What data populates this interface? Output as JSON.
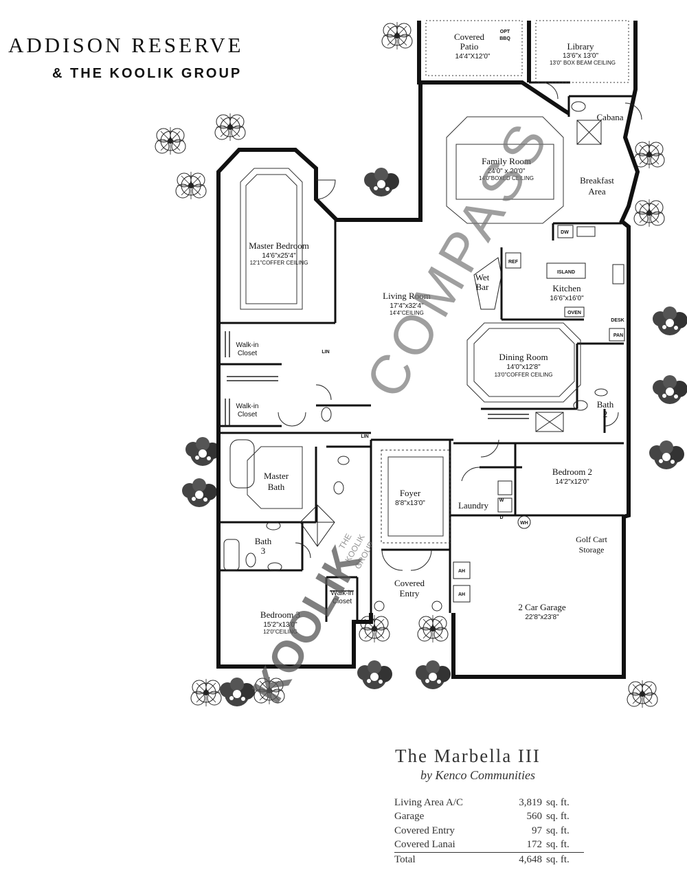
{
  "brand": {
    "title": "ADDISON RESERVE",
    "subtitle": "& THE KOOLIK GROUP"
  },
  "watermark": {
    "main": "COMPASS",
    "secondary": "KOOLIK",
    "group_lines": [
      "THE",
      "KOOLIK",
      "GROUP"
    ]
  },
  "rooms": {
    "covered_patio": {
      "name_1": "Covered",
      "name_2": "Patio",
      "dim": "14'4\"X12'0\"",
      "tags": [
        "OPT",
        "BBQ"
      ]
    },
    "library": {
      "name": "Library",
      "dim": "13'6\"x 13'0\"",
      "ceiling": "13'0\" BOX BEAM CEILING"
    },
    "cabana": {
      "name": "Cabana"
    },
    "family_room": {
      "name": "Family Room",
      "dim": "24'0\" x 20'0\"",
      "ceiling": "14'0\"BOXED CEILING"
    },
    "breakfast": {
      "name_1": "Breakfast",
      "name_2": "Area"
    },
    "master_bedroom": {
      "name": "Master Bedroom",
      "dim": "14'6\"x25'4\"",
      "ceiling": "12'1\"COFFER CEILING"
    },
    "living_room": {
      "name": "Living Room",
      "dim": "17'4\"x32'4\"",
      "ceiling": "14'4\"CEILING"
    },
    "wet_bar": {
      "name_1": "Wet",
      "name_2": "Bar"
    },
    "kitchen": {
      "name": "Kitchen",
      "dim": "16'6\"x16'0\"",
      "tags": [
        "DW",
        "REF",
        "ISLAND",
        "OVEN",
        "DESK",
        "PAN"
      ]
    },
    "dining_room": {
      "name": "Dining Room",
      "dim": "14'0\"x12'8\"",
      "ceiling": "13'0\"COFFER CEILING"
    },
    "walk_in_closet_1": {
      "name_1": "Walk-in",
      "name_2": "Closet"
    },
    "walk_in_closet_2": {
      "name_1": "Walk-in",
      "name_2": "Closet"
    },
    "lin_1": {
      "name": "LIN"
    },
    "lin_2": {
      "name": "LIN"
    },
    "bath_2": {
      "name_1": "Bath",
      "name_2": "2"
    },
    "master_bath": {
      "name_1": "Master",
      "name_2": "Bath"
    },
    "foyer": {
      "name": "Foyer",
      "dim": "8'8\"x13'0\""
    },
    "bedroom_2": {
      "name": "Bedroom 2",
      "dim": "14'2\"x12'0\""
    },
    "laundry": {
      "name": "Laundry",
      "tags": [
        "W",
        "D",
        "WH"
      ]
    },
    "golf_cart": {
      "name_1": "Golf Cart",
      "name_2": "Storage"
    },
    "bath_3": {
      "name_1": "Bath",
      "name_2": "3"
    },
    "covered_entry": {
      "name_1": "Covered",
      "name_2": "Entry"
    },
    "ah": {
      "labels": [
        "AH",
        "AH"
      ]
    },
    "walk_in_closet_3": {
      "name_1": "Walk-in",
      "name_2": "Closet"
    },
    "bedroom_3": {
      "name": "Bedroom 3",
      "dim": "15'2\"x13'0\"",
      "ceiling": "12'0\"CEILING"
    },
    "garage": {
      "name": "2 Car Garage",
      "dim": "22'8\"x23'8\""
    }
  },
  "model": {
    "name": "The Marbella III",
    "builder": "by Kenco Communities"
  },
  "area_table": [
    {
      "label": "Living Area  A/C",
      "value": "3,819",
      "unit": "sq. ft."
    },
    {
      "label": "Garage",
      "value": "560",
      "unit": "sq. ft."
    },
    {
      "label": "Covered Entry",
      "value": "97",
      "unit": "sq. ft."
    },
    {
      "label": "Covered Lanai",
      "value": "172",
      "unit": "sq. ft."
    },
    {
      "label": "Total",
      "value": "4,648",
      "unit": "sq. ft."
    }
  ]
}
